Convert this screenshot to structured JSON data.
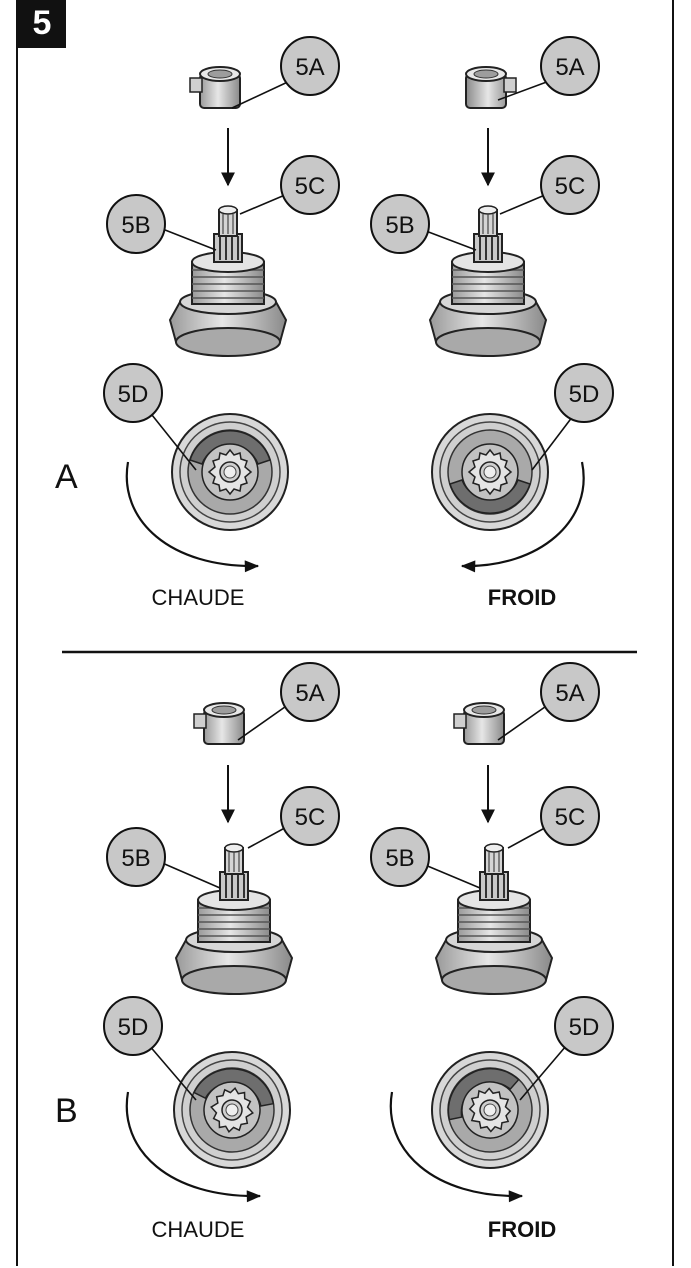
{
  "step_number": "5",
  "callouts": {
    "cap": "5A",
    "splines": "5B",
    "stem": "5C",
    "stop": "5D"
  },
  "panels": [
    {
      "label": "A",
      "left_direction": "CHAUDE",
      "right_direction": "FROID"
    },
    {
      "label": "B",
      "left_direction": "CHAUDE",
      "right_direction": "FROID"
    }
  ],
  "colors": {
    "line": "#111111",
    "callout_fill": "#c8c8c8",
    "part_gray": "#bdbdbd",
    "part_dark": "#6e6e6e"
  }
}
